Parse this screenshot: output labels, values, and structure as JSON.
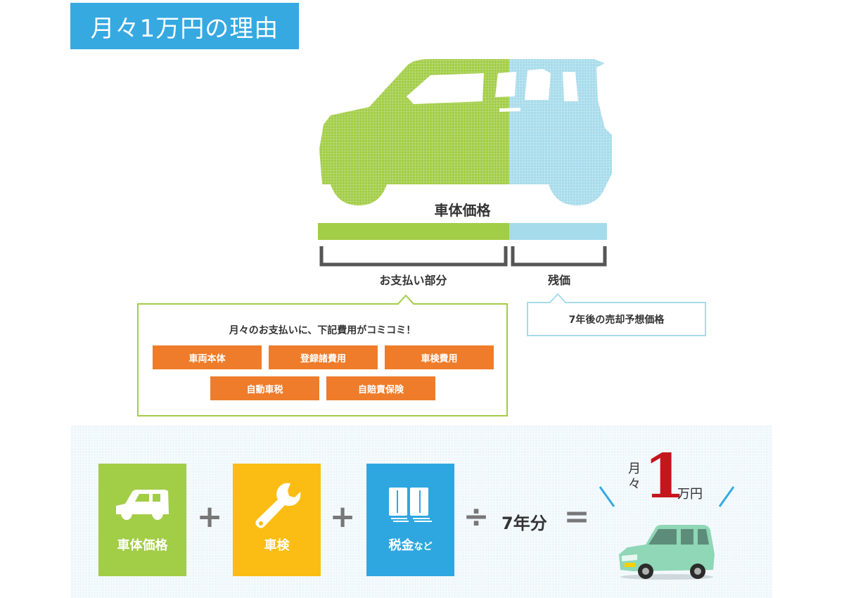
{
  "colors": {
    "title_bg": "#36a9e1",
    "green": "#a2cd46",
    "blue": "#a6dbeb",
    "orange": "#ee7c2b",
    "yellow": "#fbbd13",
    "sky": "#2ea7e0",
    "bracket": "#555555",
    "red": "#c5161d",
    "mint": "#8fd7b6"
  },
  "header": {
    "title": "月々1万円の理由"
  },
  "diagram": {
    "car_price_label": "車体価格",
    "payment_label": "お支払い部分",
    "residual_label": "残価",
    "payment_split": 0.66
  },
  "payment_callout": {
    "heading": "月々のお支払いに、下記費用がコミコミ！",
    "items": [
      "車両本体",
      "登録諸費用",
      "車検費用",
      "自動車税",
      "自賠責保険"
    ]
  },
  "residual_callout": {
    "text": "7年後の売却予想価格"
  },
  "formula": {
    "cards": [
      {
        "label": "車体価格",
        "icon": "car-icon"
      },
      {
        "label": "車検",
        "icon": "wrench-icon"
      },
      {
        "label": "税金",
        "label_suffix": "など",
        "icon": "documents-icon"
      }
    ],
    "plus": "+",
    "divide": "÷",
    "years": "7年分",
    "equals": "=",
    "result": {
      "prefix_1": "月",
      "prefix_2": "々",
      "amount": "1",
      "suffix": "万円"
    },
    "result_image": "mint-green-minivan"
  }
}
